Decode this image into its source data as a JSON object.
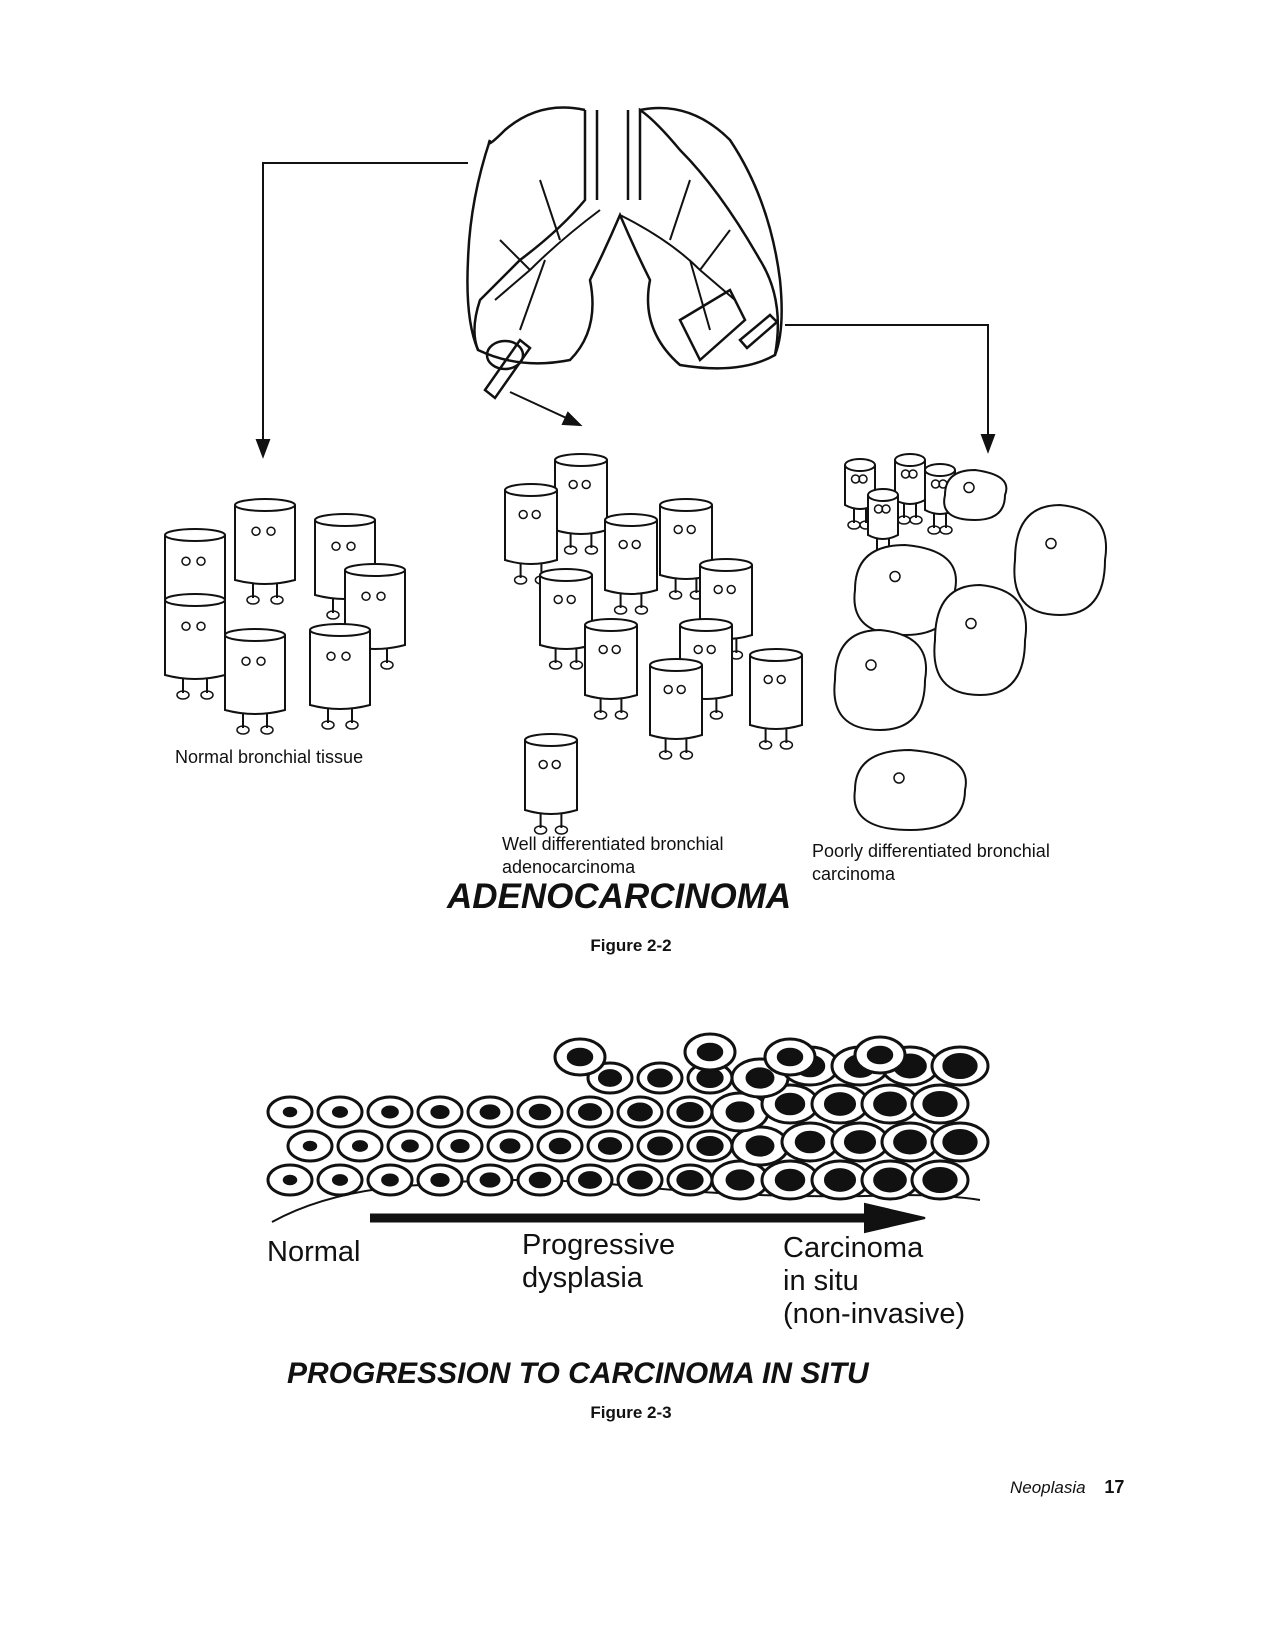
{
  "figure_2_2": {
    "captions": {
      "normal": "Normal bronchial tissue",
      "well_line1": "Well differentiated bronchial",
      "well_line2": "adenocarcinoma",
      "poor_line1": "Poorly differentiated bronchial",
      "poor_line2": "carcinoma"
    },
    "title": "ADENOCARCINOMA",
    "label": "Figure 2-2"
  },
  "figure_2_3": {
    "stages": {
      "normal": "Normal",
      "dysplasia_line1": "Progressive",
      "dysplasia_line2": "dysplasia",
      "cis_line1": "Carcinoma",
      "cis_line2": "in situ",
      "cis_line3": "(non-invasive)"
    },
    "title": "PROGRESSION TO CARCINOMA IN SITU",
    "label": "Figure 2-3"
  },
  "footer": {
    "section": "Neoplasia",
    "page_number": "17"
  }
}
